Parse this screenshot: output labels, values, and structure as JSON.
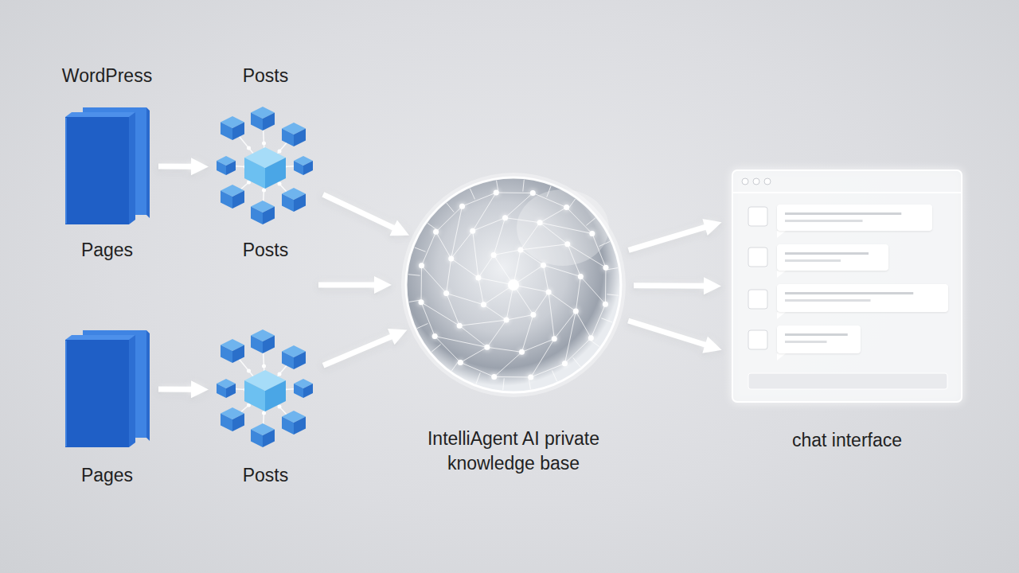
{
  "diagram": {
    "nodes": [
      {
        "text": [
          "WordPress",
          "Pages"
        ]
      },
      {
        "text": [
          "Posts",
          "Posts"
        ]
      },
      {
        "text": [
          "Pages"
        ]
      },
      {
        "text": [
          "Posts"
        ]
      },
      {
        "text": [
          "IntelliAgent AI private knowledge base"
        ]
      },
      {
        "text": [
          "chat interface"
        ]
      }
    ],
    "edges": [
      {
        "from": 0,
        "to": 1,
        "arrow": "to"
      },
      {
        "from": 2,
        "to": 3,
        "arrow": "to"
      },
      {
        "from": 1,
        "to": 4,
        "arrow": "to"
      },
      {
        "from": 3,
        "to": 4,
        "arrow": "to"
      },
      {
        "from": 4,
        "to": 5,
        "arrow": "to"
      },
      {
        "from": 4,
        "to": 5,
        "arrow": "to"
      },
      {
        "from": 4,
        "to": 5,
        "arrow": "to"
      }
    ]
  }
}
